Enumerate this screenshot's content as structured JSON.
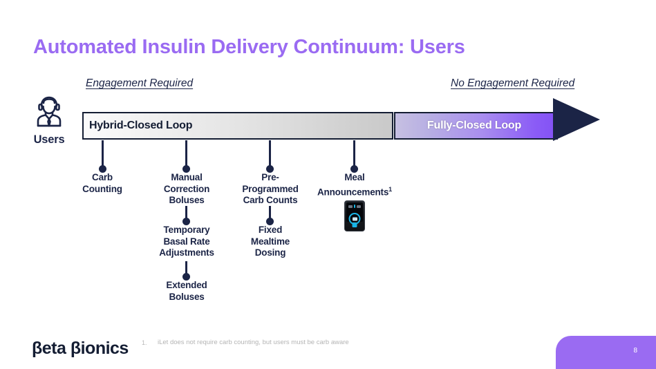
{
  "slide": {
    "title": "Automated Insulin Delivery Continuum: Users",
    "title_color": "#9a6bf2",
    "page_number": "8"
  },
  "axis": {
    "left_label": "Engagement Required",
    "right_label": "No Engagement Required"
  },
  "actor": {
    "icon": "user-person-icon",
    "caption": "Users"
  },
  "continuum": {
    "left_segment": {
      "label": "Hybrid-Closed Loop",
      "fill": "gray-gradient"
    },
    "right_segment": {
      "label": "Fully-Closed Loop",
      "fill": "purple-gradient",
      "accent": "#8b5cf6"
    },
    "arrow_color": "#1b2446"
  },
  "nodes": [
    {
      "id": "carb-counting",
      "line1": "Carb",
      "line2": "Counting",
      "line3": ""
    },
    {
      "id": "manual-correction",
      "line1": "Manual",
      "line2": "Correction",
      "line3": "Boluses"
    },
    {
      "id": "pre-programmed",
      "line1": "Pre-",
      "line2": "Programmed",
      "line3": "Carb Counts"
    },
    {
      "id": "meal-announcements",
      "line1": "Meal",
      "line2": "Announcements",
      "line3": "",
      "superscript": "1"
    },
    {
      "id": "temporary-basal",
      "line1": "Temporary",
      "line2": "Basal Rate",
      "line3": "Adjustments"
    },
    {
      "id": "fixed-mealtime",
      "line1": "Fixed",
      "line2": "Mealtime",
      "line3": "Dosing"
    },
    {
      "id": "extended-boluses",
      "line1": "Extended",
      "line2": "Boluses",
      "line3": ""
    }
  ],
  "device": {
    "name": "ilet-insulin-pump-device"
  },
  "footer": {
    "logo": "βeta βionics",
    "footnote_number": "1.",
    "footnote_text": "iLet does not require carb counting, but users must be carb aware"
  }
}
